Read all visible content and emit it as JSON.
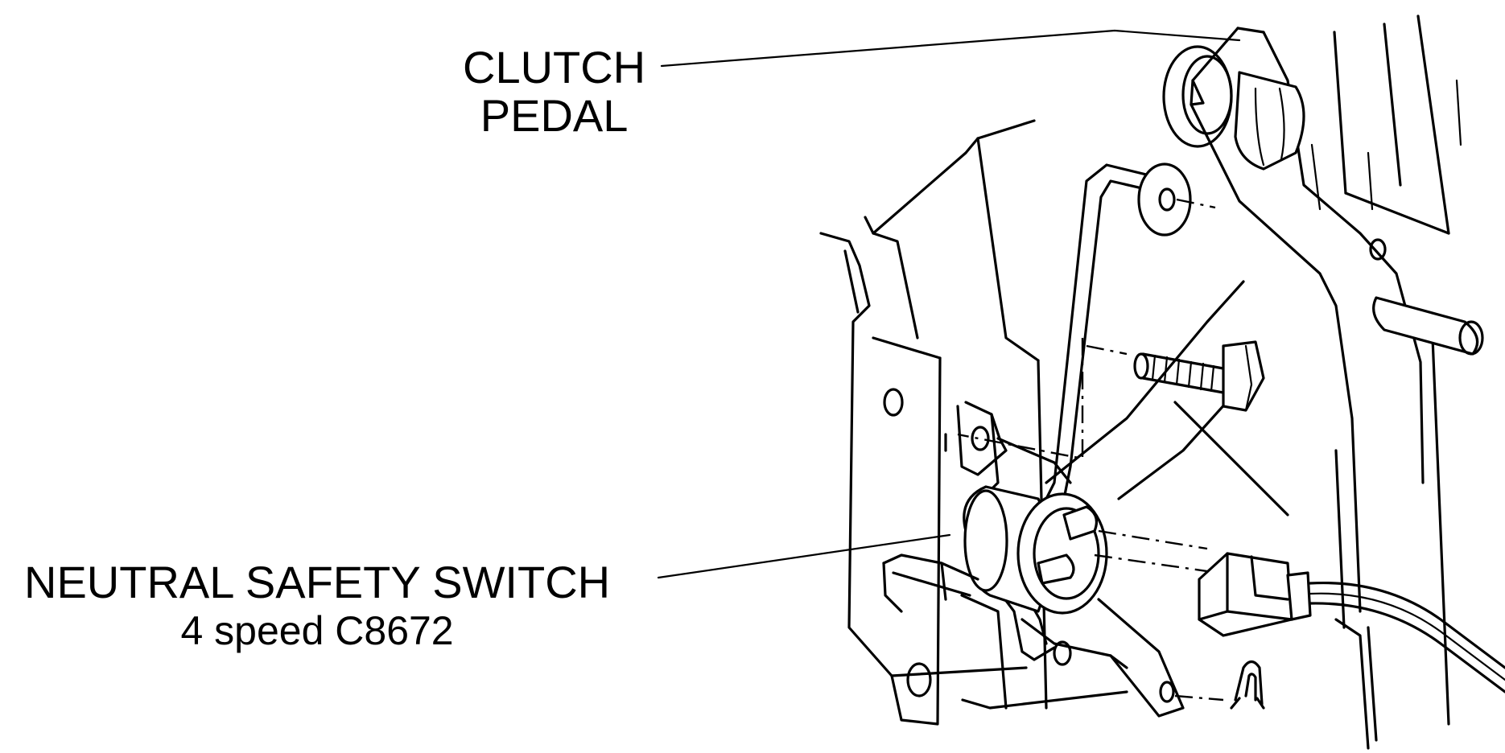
{
  "labels": {
    "clutch_line1": "CLUTCH",
    "clutch_line2": "PEDAL",
    "switch_line1": "NEUTRAL SAFETY SWITCH",
    "switch_line2": "4 speed  C8672"
  },
  "icons": [
    "clutch-pedal-assembly",
    "neutral-safety-switch",
    "bolt",
    "washer",
    "clip",
    "connector",
    "wire-harness"
  ],
  "colors": {
    "ink": "#000000",
    "background": "#ffffff"
  }
}
